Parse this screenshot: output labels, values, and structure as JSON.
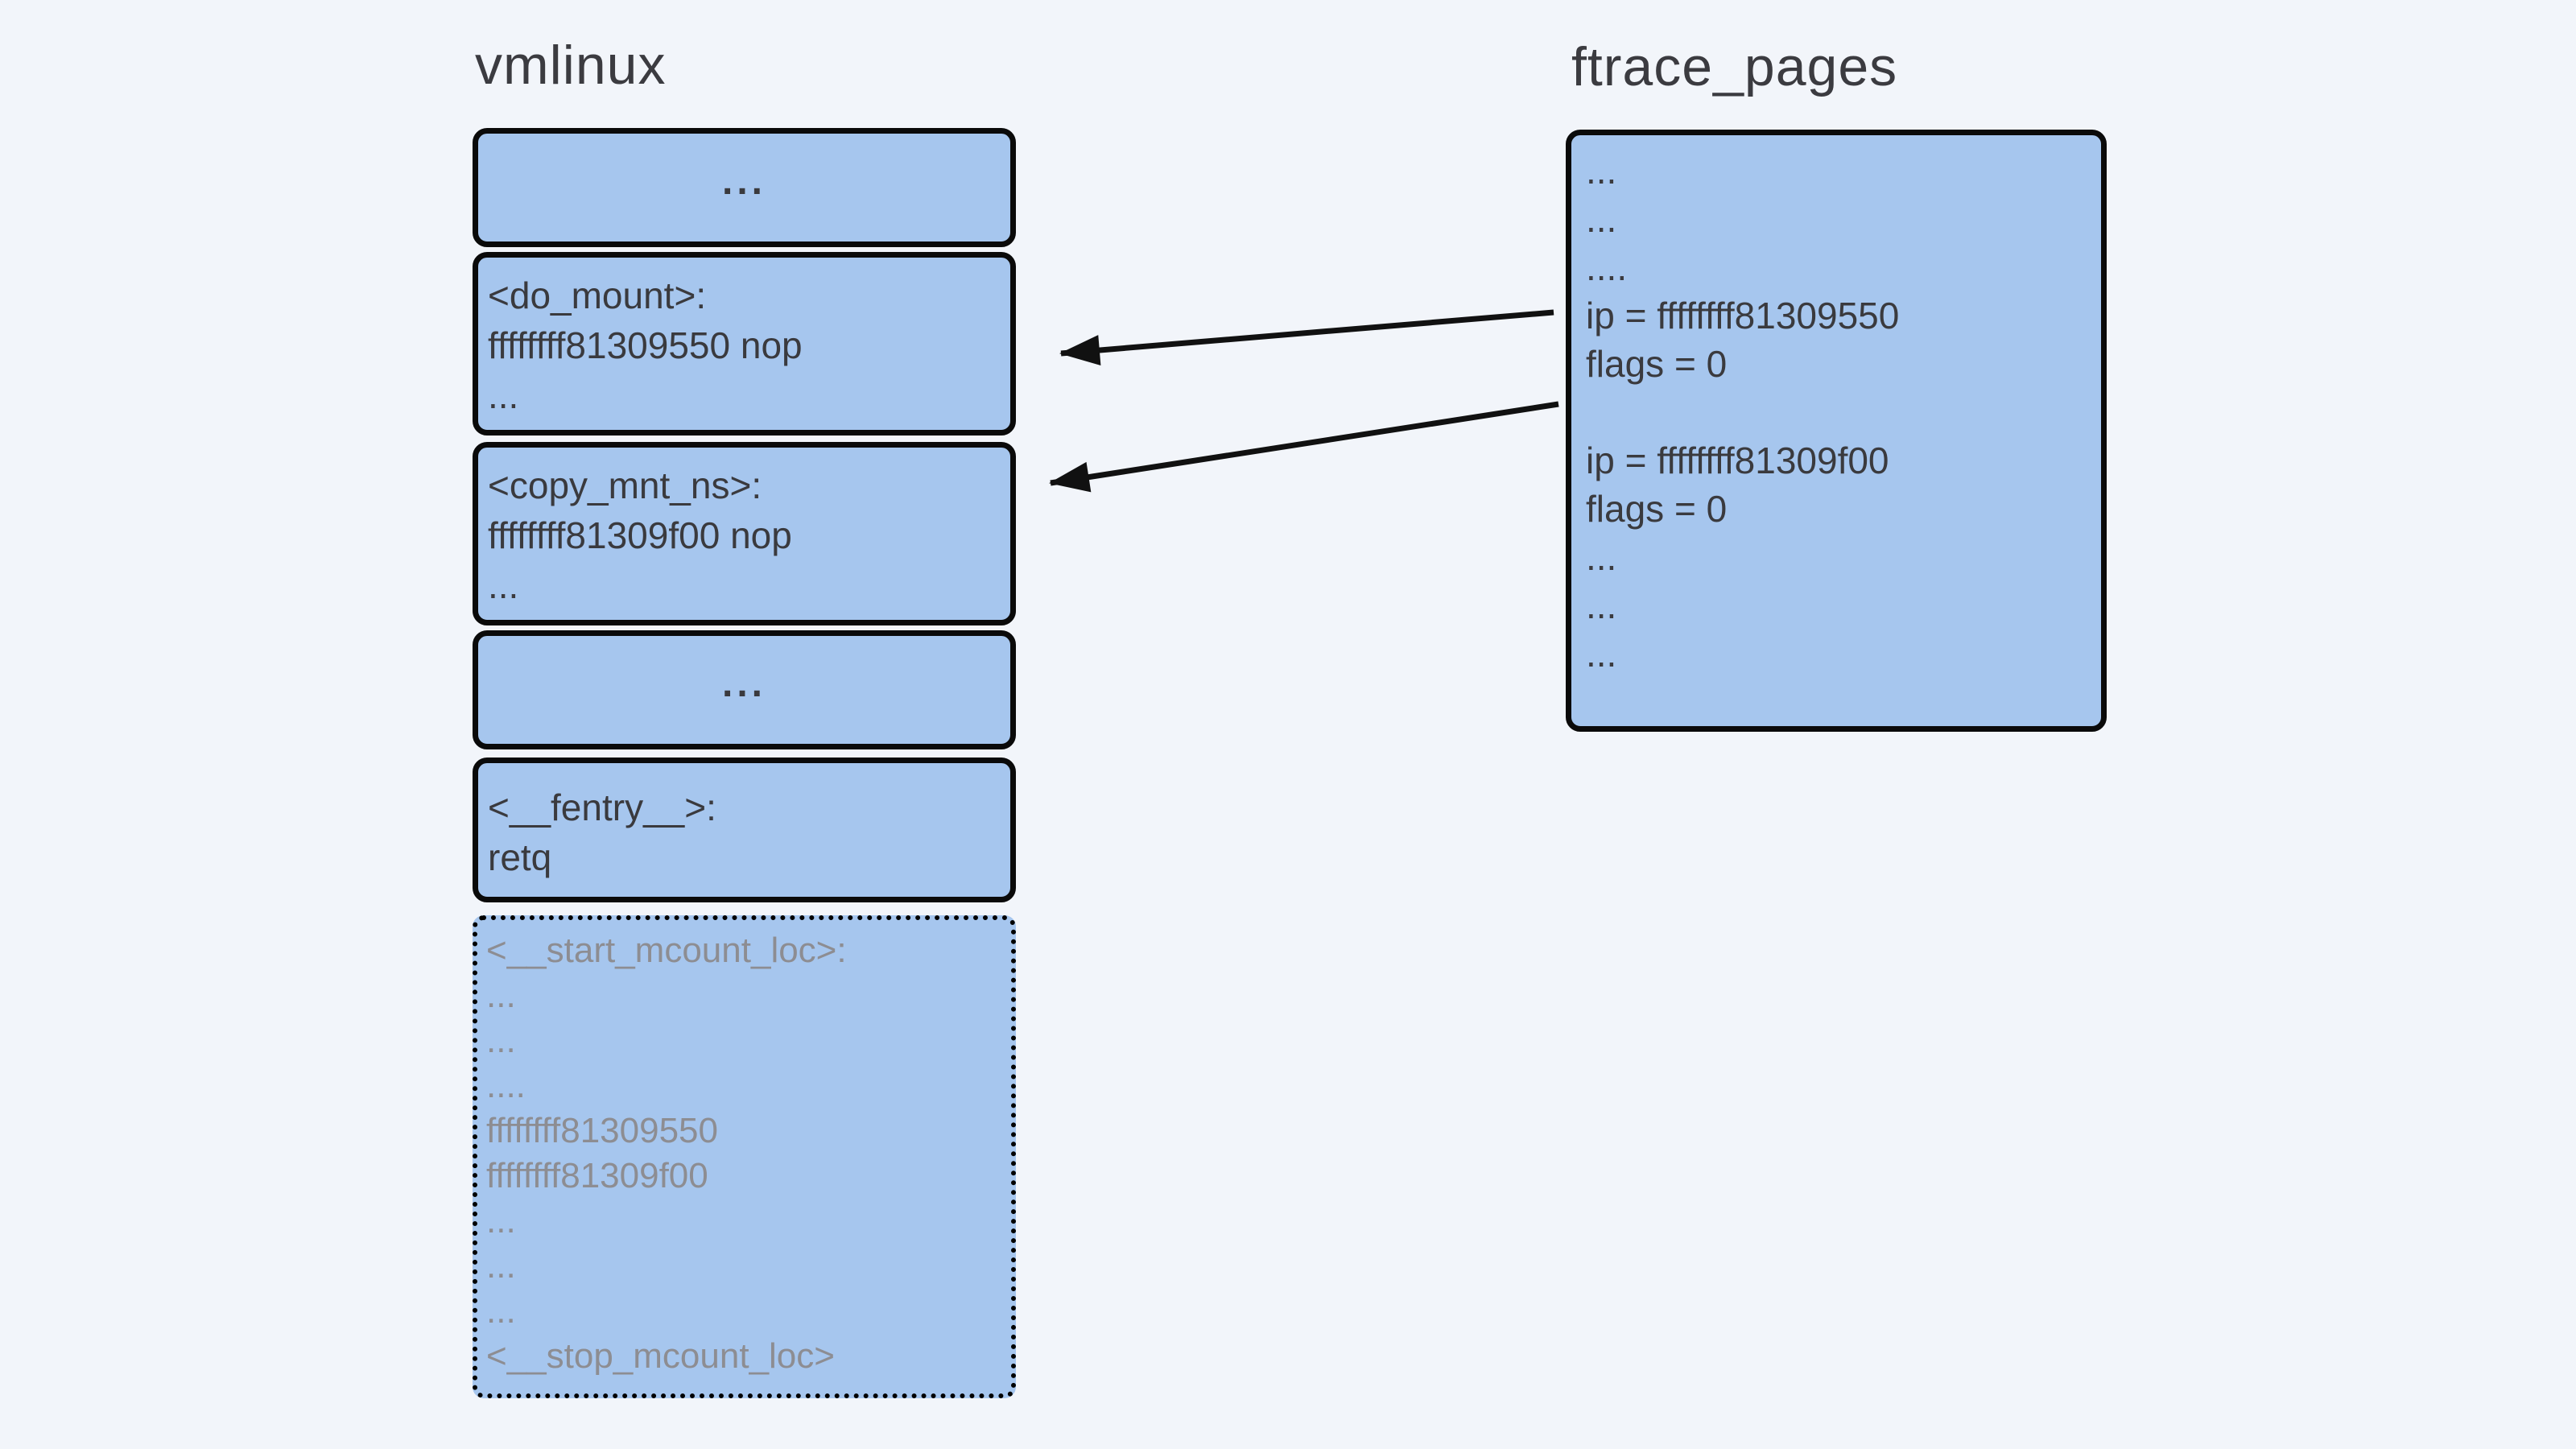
{
  "colors": {
    "background": "#f2f5fa",
    "box_fill": "#a6c6ee",
    "box_border": "#0a0a0a",
    "text_dark": "#3a3a3e",
    "text_gray": "#8d8d92",
    "arrow": "#111111"
  },
  "vmlinux": {
    "title": "vmlinux",
    "boxes": [
      {
        "name": "ellipsis-top",
        "border": "solid",
        "lines": [
          "..."
        ]
      },
      {
        "name": "do-mount",
        "border": "solid",
        "lines": [
          "<do_mount>:",
          "ffffffff81309550 nop",
          "..."
        ]
      },
      {
        "name": "copy-mnt-ns",
        "border": "solid",
        "lines": [
          "<copy_mnt_ns>:",
          "ffffffff81309f00 nop",
          "..."
        ]
      },
      {
        "name": "ellipsis-middle",
        "border": "solid",
        "lines": [
          "..."
        ]
      },
      {
        "name": "fentry",
        "border": "solid",
        "lines": [
          "<__fentry__>:",
          "retq"
        ]
      },
      {
        "name": "mcount-loc",
        "border": "dotted",
        "lines": [
          "<__start_mcount_loc>:",
          "...",
          "...",
          "....",
          "ffffffff81309550",
          "ffffffff81309f00",
          "...",
          "...",
          "...",
          "<__stop_mcount_loc>"
        ]
      }
    ]
  },
  "ftrace_pages": {
    "title": "ftrace_pages",
    "box": {
      "name": "ftrace-records",
      "lines": [
        "...",
        "...",
        "....",
        "ip = ffffffff81309550",
        "flags = 0",
        "",
        "ip = ffffffff81309f00",
        "flags = 0",
        "...",
        "...",
        "..."
      ]
    }
  },
  "arrows": [
    {
      "name": "record1-to-do-mount",
      "from": "ip = ffffffff81309550",
      "to": "<do_mount>:"
    },
    {
      "name": "record2-to-copy-mnt-ns",
      "from": "ip = ffffffff81309f00",
      "to": "<copy_mnt_ns>:"
    }
  ]
}
